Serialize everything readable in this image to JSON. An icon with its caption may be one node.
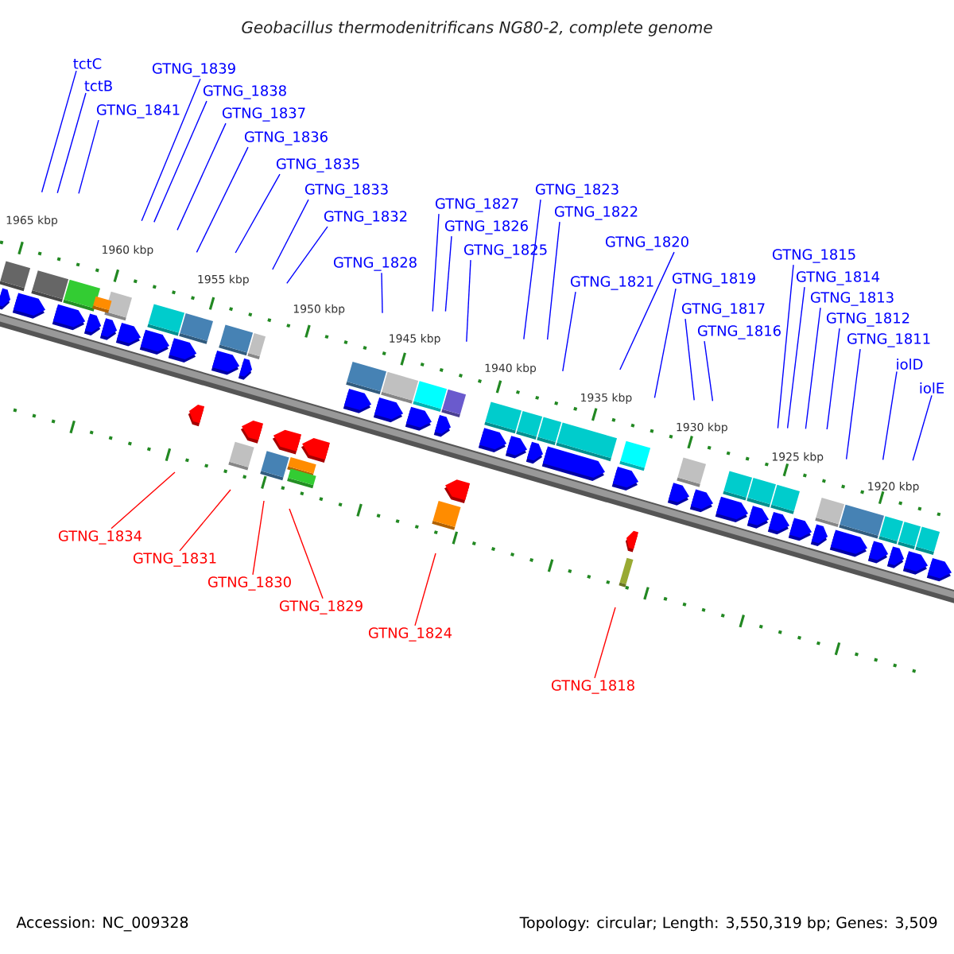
{
  "diagram": {
    "title": "*Geobacillus thermodenitrificans* NG80-2, complete genome",
    "nodes": [
      {
        "text": [
          "tctC"
        ]
      },
      {
        "text": [
          "tctB"
        ]
      },
      {
        "text": [
          "GTNG_1841"
        ]
      },
      {
        "text": [
          "GTNG_1838"
        ]
      },
      {
        "text": [
          "GTNG_1837"
        ]
      },
      {
        "text": [
          "GTNG_1839"
        ]
      },
      {
        "text": [
          "GTNG_1836"
        ]
      },
      {
        "text": [
          "GTNG_1835"
        ]
      },
      {
        "text": [
          "GTNG_1833"
        ]
      },
      {
        "text": [
          "GTNG_1832"
        ]
      },
      {
        "text": [
          "GTNG_1828"
        ]
      },
      {
        "text": [
          "GTNG_1827"
        ]
      },
      {
        "text": [
          "GTNG_1826"
        ]
      },
      {
        "text": [
          "GTNG_1825"
        ]
      },
      {
        "text": [
          "GTNG_1823"
        ]
      },
      {
        "text": [
          "GTNG_1822"
        ]
      },
      {
        "text": [
          "GTNG_1821"
        ]
      },
      {
        "text": [
          "GTNG_1820"
        ]
      },
      {
        "text": [
          "GTNG_1819"
        ]
      },
      {
        "text": [
          "GTNG_1815"
        ]
      },
      {
        "text": [
          "GTNG_1817"
        ]
      },
      {
        "text": [
          "GTNG_1814"
        ]
      },
      {
        "text": [
          "GTNG_1816"
        ]
      },
      {
        "text": [
          "GTNG_1813"
        ]
      },
      {
        "text": [
          "GTNG_1812"
        ]
      },
      {
        "text": [
          "GTNG_1811"
        ]
      },
      {
        "text": [
          "iolD"
        ]
      },
      {
        "text": [
          "iolE"
        ]
      },
      {
        "text": [
          "GTNG_1834"
        ]
      },
      {
        "text": [
          "GTNG_1831"
        ]
      },
      {
        "text": [
          "GTNG_1830"
        ]
      },
      {
        "text": [
          "GTNG_1829"
        ]
      },
      {
        "text": [
          "GTNG_1824"
        ]
      },
      {
        "text": [
          "GTNG_1818"
        ]
      }
    ],
    "edges": [
      {
        "from": 0,
        "to": null,
        "arrow": "none"
      },
      {
        "from": 1,
        "to": null,
        "arrow": "none"
      },
      {
        "from": 2,
        "to": null,
        "arrow": "none"
      },
      {
        "from": 3,
        "to": null,
        "arrow": "none"
      },
      {
        "from": 4,
        "to": null,
        "arrow": "none"
      },
      {
        "from": 5,
        "to": null,
        "arrow": "none"
      },
      {
        "from": 6,
        "to": null,
        "arrow": "none"
      },
      {
        "from": 7,
        "to": null,
        "arrow": "none"
      },
      {
        "from": 8,
        "to": null,
        "arrow": "none"
      },
      {
        "from": 9,
        "to": null,
        "arrow": "none"
      },
      {
        "from": 10,
        "to": null,
        "arrow": "none"
      },
      {
        "from": 11,
        "to": null,
        "arrow": "none"
      },
      {
        "from": 12,
        "to": null,
        "arrow": "none"
      },
      {
        "from": 13,
        "to": null,
        "arrow": "none"
      },
      {
        "from": 14,
        "to": null,
        "arrow": "none"
      },
      {
        "from": 15,
        "to": null,
        "arrow": "none"
      },
      {
        "from": 16,
        "to": null,
        "arrow": "none"
      },
      {
        "from": 17,
        "to": null,
        "arrow": "none"
      },
      {
        "from": 18,
        "to": null,
        "arrow": "none"
      },
      {
        "from": 19,
        "to": null,
        "arrow": "none"
      },
      {
        "from": 20,
        "to": null,
        "arrow": "none"
      },
      {
        "from": 21,
        "to": null,
        "arrow": "none"
      },
      {
        "from": 22,
        "to": null,
        "arrow": "none"
      },
      {
        "from": 23,
        "to": null,
        "arrow": "none"
      },
      {
        "from": 24,
        "to": null,
        "arrow": "none"
      },
      {
        "from": 25,
        "to": null,
        "arrow": "none"
      },
      {
        "from": 26,
        "to": null,
        "arrow": "none"
      },
      {
        "from": 27,
        "to": null,
        "arrow": "none"
      },
      {
        "from": 28,
        "to": null,
        "arrow": "none",
        "color": "#ff0000"
      },
      {
        "from": 29,
        "to": null,
        "arrow": "none",
        "color": "#ff0000"
      },
      {
        "from": 30,
        "to": null,
        "arrow": "none",
        "color": "#ff0000"
      },
      {
        "from": 31,
        "to": null,
        "arrow": "none",
        "color": "#ff0000"
      },
      {
        "from": 32,
        "to": null,
        "arrow": "none",
        "color": "#ff0000"
      },
      {
        "from": 33,
        "to": null,
        "arrow": "none",
        "color": "#ff0000"
      }
    ],
    "labels": [
      "1965 kbp",
      "1960 kbp",
      "1955 kbp",
      "1950 kbp",
      "1945 kbp",
      "1940 kbp",
      "1935 kbp",
      "1930 kbp",
      "1925 kbp",
      "1920 kbp",
      "Accession: NC_009328",
      "Topology: circular; Length: 3,550,319 bp; Genes: 3,509"
    ]
  }
}
